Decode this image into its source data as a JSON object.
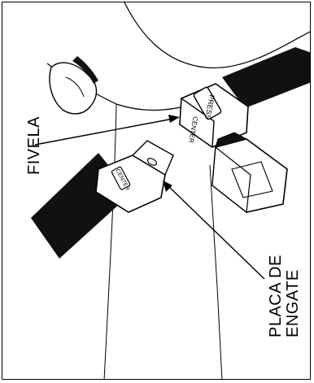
{
  "labels": {
    "buckle": "FIVELA",
    "latch_plate_line1": "PLACA DE",
    "latch_plate_line2": "ENGATE"
  },
  "stamps": {
    "buckle_button": "PRESS",
    "buckle_face": "CENTER",
    "latch_face": "CENTER"
  },
  "colors": {
    "belt": "#111111",
    "line": "#000000",
    "background": "#ffffff"
  }
}
